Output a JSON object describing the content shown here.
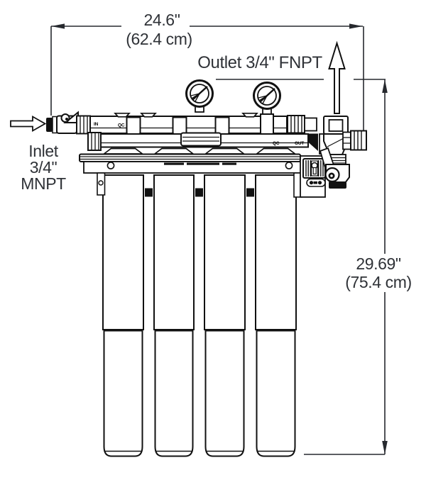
{
  "meta": {
    "background": "#ffffff",
    "line_color": "#111111",
    "text_color": "#2f3237"
  },
  "dimensions": {
    "width_inches": "24.6\"",
    "width_metric": "(62.4 cm)",
    "height_inches": "29.69\"",
    "height_metric": "(75.4 cm)"
  },
  "labels": {
    "outlet": "Outlet 3/4\" FNPT",
    "inlet_line1": "Inlet",
    "inlet_line2": "3/4\"",
    "inlet_line3": "MNPT"
  },
  "port_markings": {
    "in": "IN",
    "qc_top": "QC",
    "qc_bottom": "QC",
    "out": "OUT"
  },
  "figure": {
    "filter_cartridge_count": 4,
    "pressure_gauge_count": 2
  }
}
